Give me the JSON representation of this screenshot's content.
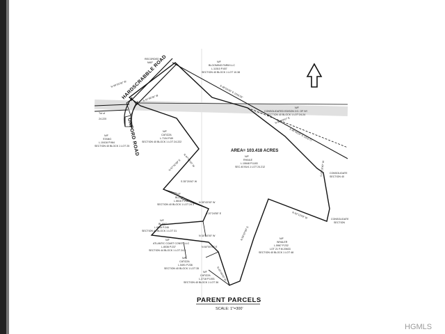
{
  "map": {
    "title": "PARENT PARCELS",
    "scale": "SCALE: 1\"=300'",
    "area": "AREA= 103.418 ACRES",
    "watermark": "HGMLS",
    "roads": {
      "hardscrabble": "HARDSCRABBLE ROAD",
      "oxford": "OXFORD ROAD"
    },
    "north_arrow_icon": "north-arrow-icon",
    "labels": {
      "blooming_farm": [
        "N/F",
        "BLOOMING FARM LLC",
        "L.11510 P.457",
        "SECTION 40 BLOCK 1 LOT 10.38"
      ],
      "consolidated_edison": [
        "N/F",
        "CONSOLIDATED EDISON CO. OF NY",
        "SECTION 40 BLOCK 1 LOT 24.24"
      ],
      "consolidated_right": [
        "CONSOLIDATE",
        "SECTION 40"
      ],
      "consolidated_lower": [
        "CONSOLIDATE",
        "SECTION"
      ],
      "catizza_top": [
        "N/F",
        "CATIZZA",
        "L.7104 P.89",
        "SECTION 40 BLOCK 1 LOT 24.222"
      ],
      "main_parcel": [
        "N/F",
        "RHAILE",
        "L.10648 P.1183",
        "SEC.40 BLK.1 LOT 24.212"
      ],
      "stang": [
        "N/F",
        "STANG",
        "L.10416 P.964",
        "SECTION 40 BLOCK 1 LOT 25"
      ],
      "left_edge": [
        "Tut of",
        "24.220"
      ],
      "blanc_1": [
        "N/F",
        "BLANC",
        "L.6616 P.246",
        "SECTION 40 BLOCK 1 LOT 24.3"
      ],
      "blanc_2": [
        "N/F",
        "BLANC",
        "L.6616 P.246",
        "SECTION 44 BLOCK 1 LOT 31"
      ],
      "atlantic": [
        "N/F",
        "ATLANTIC COAST CONST. LLC",
        "L.8036 P.237",
        "SECTION 44 BLOCK 1 LOT 24.3"
      ],
      "catizza_2": [
        "N/F",
        "CATIZZA",
        "L.5491 P.236",
        "SECTION 40 BLOCK 1 LOT 35"
      ],
      "catizza_3": [
        "N/F",
        "CATIZZA",
        "L.2718 P.1001",
        "SECTION 40 BLOCK 1 LOT 36"
      ],
      "whaler": [
        "N/F",
        "WHALER",
        "L.5967 P.232",
        "LOT 21 F.M.20633",
        "SECTION 40 BLOCK 1 LOT 48"
      ],
      "top_note": [
        "RECORDED",
        "MAP"
      ]
    },
    "bearings": [
      "S 48°03'30\" E 1016.55'",
      "S 48°40'20\" E 1212.71'",
      "S 09°10'40\" W",
      "N 62°13'43\" W",
      "N 86°03'57\" E",
      "N 47°53'10\" W",
      "S 35°20'40\" W",
      "N 35°43'00\" W",
      "S 20°24'55\" E",
      "N 56°07'00\" E",
      "S 41°46'30\" W",
      "N 49°31'00\" W",
      "N 34°44'00\" W",
      "N 84°00'00\" E",
      "N 20°46'00\" W",
      "N 07°42'00\" E"
    ]
  }
}
